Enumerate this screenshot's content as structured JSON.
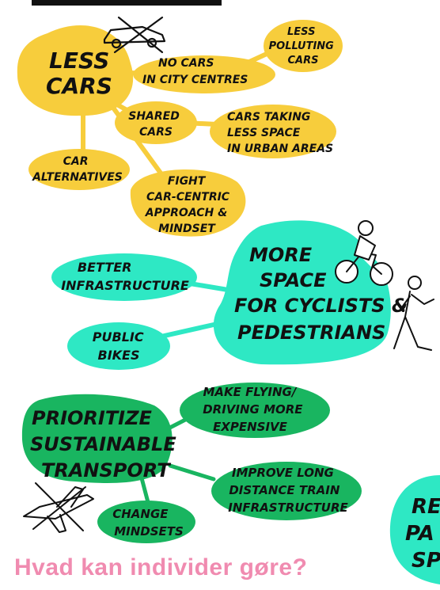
{
  "colors": {
    "yellow": "#f7cd3c",
    "aqua": "#2ee8c4",
    "green": "#19b560",
    "pink": "#f08bb0",
    "ink": "#111111"
  },
  "clusters": {
    "less_cars": {
      "hub": [
        "LESS",
        "CARS"
      ],
      "branches": {
        "no_cars_city": [
          "NO CARS",
          "IN CITY CENTRES"
        ],
        "less_polluting": [
          "LESS",
          "POLLUTING",
          "CARS"
        ],
        "shared_cars": [
          "SHARED",
          "CARS"
        ],
        "less_space": [
          "CARS TAKING",
          "LESS SPACE",
          "IN URBAN AREAS"
        ],
        "alternatives": [
          "CAR",
          "ALTERNATIVES"
        ],
        "fight_car_centric": [
          "FIGHT",
          "CAR-CENTRIC",
          "APPROACH &",
          "MINDSET"
        ]
      }
    },
    "more_space": {
      "hub": [
        "MORE",
        "SPACE",
        "FOR CYCLISTS &",
        "PEDESTRIANS"
      ],
      "branches": {
        "better_infra": [
          "BETTER",
          "INFRASTRUCTURE"
        ],
        "public_bikes": [
          "PUBLIC",
          "BIKES"
        ]
      }
    },
    "sustainable": {
      "hub": [
        "PRIORITIZE",
        "SUSTAINABLE",
        "TRANSPORT"
      ],
      "branches": {
        "flying_driving": [
          "MAKE FLYING/",
          "DRIVING MORE",
          "EXPENSIVE"
        ],
        "train_infra": [
          "IMPROVE LONG",
          "DISTANCE TRAIN",
          "INFRASTRUCTURE"
        ],
        "change_mindsets": [
          "CHANGE",
          "MINDSETS"
        ]
      }
    },
    "partial": [
      "RE",
      "PA",
      "SP"
    ]
  },
  "icons": {
    "crossed_car": "crossed-car-icon",
    "cyclist": "cyclist-icon",
    "pedestrian": "pedestrian-icon",
    "crossed_plane": "crossed-plane-icon"
  },
  "caption": "Hvad kan individer gøre?"
}
